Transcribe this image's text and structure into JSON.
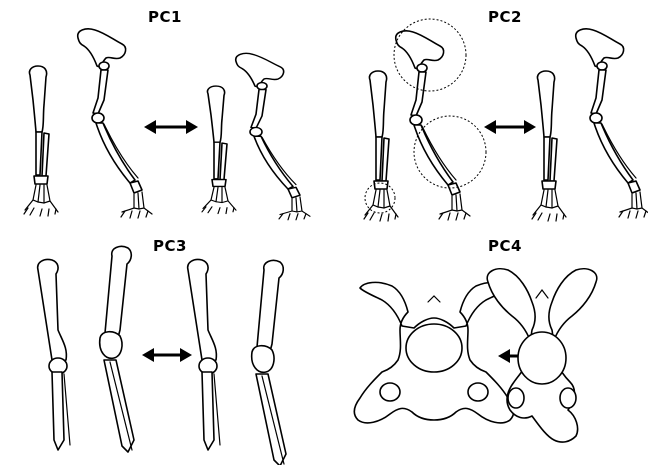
{
  "panels": {
    "pc1": {
      "title": "PC1"
    },
    "pc2": {
      "title": "PC2"
    },
    "pc3": {
      "title": "PC3"
    },
    "pc4": {
      "title": "PC4"
    }
  }
}
